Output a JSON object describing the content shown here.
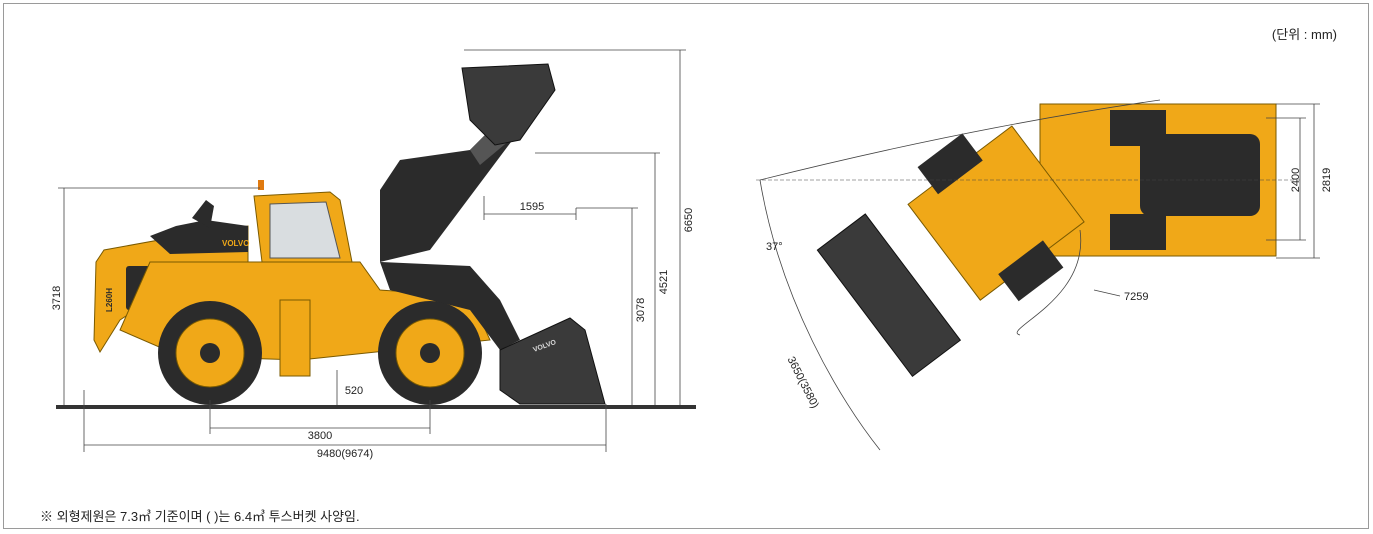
{
  "unit_note": "(단위 : mm)",
  "footnote": "※ 외형제원은 7.3㎥ 기준이며 ( )는 6.4㎥ 투스버켓 사양임.",
  "side_view": {
    "brand_text": "VOLVO",
    "model_text": "L260H",
    "bucket_brand_text": "VOLVO",
    "dims": {
      "overall_height": "3718",
      "max_lift_height": "6650",
      "hinge_pin_height": "4521",
      "dump_clearance": "3078",
      "dump_reach": "1595",
      "ground_clearance": "520",
      "wheelbase": "3800",
      "overall_length": "9480(9674)"
    }
  },
  "top_view": {
    "dims": {
      "articulation_angle": "37°",
      "turning_radius": "7259",
      "bucket_width": "3650(3580)",
      "tread_width": "2400",
      "overall_width": "2819"
    }
  },
  "colors": {
    "machine_yellow": "#f0a818",
    "machine_dark": "#2b2b2b",
    "dim_line": "#444444"
  }
}
